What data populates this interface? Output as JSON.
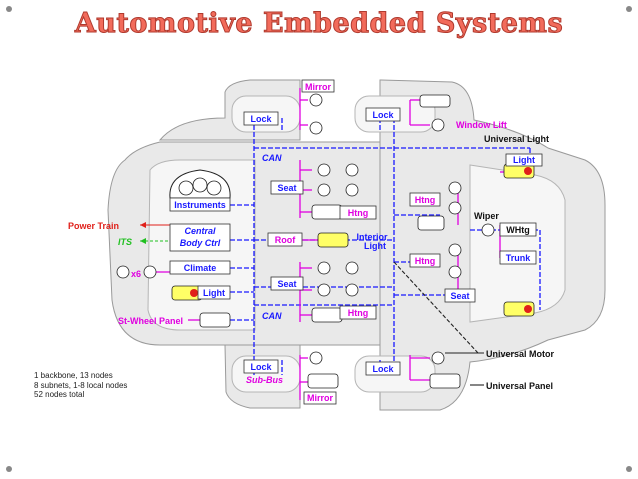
{
  "title": "Automotive Embedded Systems",
  "notes": [
    "1 backbone, 13 nodes",
    "8 subnets, 1-8 local nodes",
    "52 nodes total"
  ],
  "labels": {
    "mirror_top": "Mirror",
    "lock_top_left": "Lock",
    "lock_top_right": "Lock",
    "window_lift": "Window Lift",
    "universal_light": "Universal Light",
    "light_right": "Light",
    "can_top": "CAN",
    "seat_top": "Seat",
    "htng_seat_top": "Htng",
    "instruments": "Instruments",
    "power_train": "Power Train",
    "its": "ITS",
    "central_body_ctrl_1": "Central",
    "central_body_ctrl_2": "Body Ctrl",
    "roof": "Roof",
    "interior_light_1": "Interior",
    "interior_light_2": "Light",
    "htng_upper_right": "Htng",
    "htng_lower_right": "Htng",
    "wiper": "Wiper",
    "whtg": "WHtg",
    "trunk": "Trunk",
    "climate": "Climate",
    "x6": "x6",
    "light_left": "Light",
    "seat_bottom": "Seat",
    "htng_seat_bottom": "Htng",
    "seat_right": "Seat",
    "st_wheel_panel": "St-Wheel Panel",
    "can_bottom": "CAN",
    "lock_bottom_left": "Lock",
    "sub_bus": "Sub-Bus",
    "mirror_bottom": "Mirror",
    "lock_bottom_right": "Lock",
    "universal_motor": "Universal Motor",
    "universal_panel": "Universal Panel"
  },
  "colors": {
    "title": "#f26b5b",
    "backbone": "#1a1aff",
    "subbus": "#e000e0",
    "label_blue": "#1a1aff",
    "label_pink": "#e000e0",
    "power_train": "#e0201a",
    "its": "#20c020",
    "car_body": "#e8e8e8"
  }
}
